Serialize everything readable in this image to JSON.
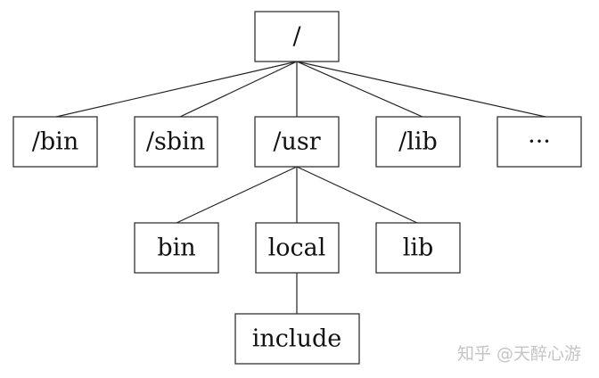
{
  "nodes": {
    "root": "/",
    "bin_top": "/bin",
    "sbin": "/sbin",
    "usr": "/usr",
    "lib_top": "/lib",
    "more": "···",
    "usr_bin": "bin",
    "usr_local": "local",
    "usr_lib": "lib",
    "local_include": "include"
  },
  "edges": [
    [
      "root",
      "bin_top"
    ],
    [
      "root",
      "sbin"
    ],
    [
      "root",
      "usr"
    ],
    [
      "root",
      "lib_top"
    ],
    [
      "root",
      "more"
    ],
    [
      "usr",
      "usr_bin"
    ],
    [
      "usr",
      "usr_local"
    ],
    [
      "usr",
      "usr_lib"
    ],
    [
      "usr_local",
      "local_include"
    ]
  ],
  "watermark": "知乎 @天醉心游"
}
